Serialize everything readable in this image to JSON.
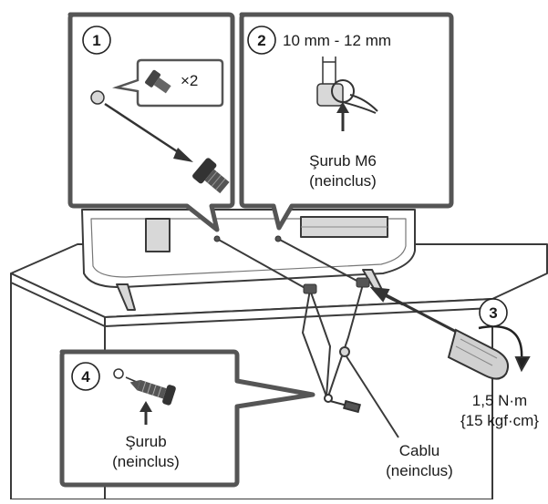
{
  "steps": [
    "1",
    "2",
    "3",
    "4"
  ],
  "panel1": {
    "quantity": "×2"
  },
  "panel2": {
    "dimension": "10 mm - 12 mm",
    "screw_name": "Şurub M6",
    "screw_note": "(neinclus)"
  },
  "torque": {
    "value": "1,5 N·m",
    "alt": "{15 kgf·cm}"
  },
  "panel4": {
    "screw_name": "Şurub",
    "screw_note": "(neinclus)"
  },
  "cable": {
    "name": "Cablu",
    "note": "(neinclus)"
  },
  "colors": {
    "outline": "#3a3a3a",
    "panel_border": "#555555",
    "fill_grey": "#d8d8d8"
  }
}
